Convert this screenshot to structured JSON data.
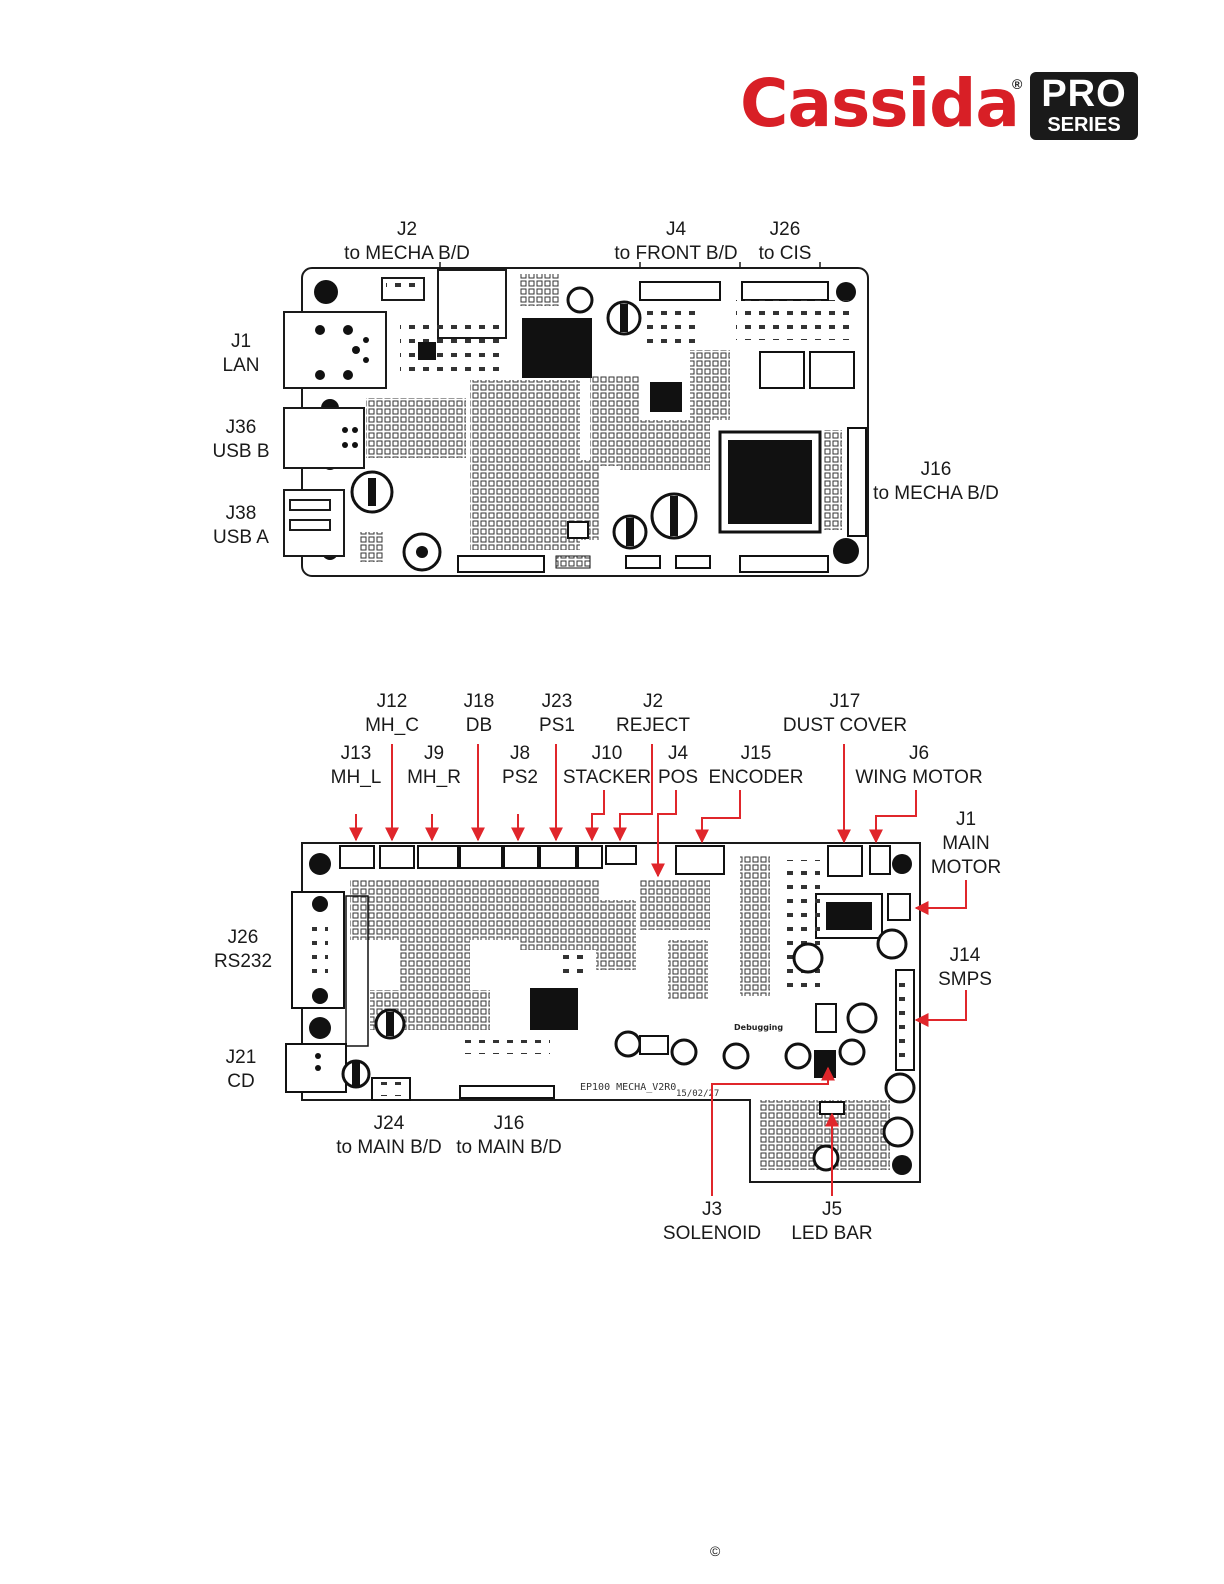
{
  "logo": {
    "brand": "Cassida",
    "first_letter": "C",
    "rest": "assida",
    "registered": "®",
    "badge_top": "PRO",
    "badge_bottom": "SERIES"
  },
  "main_board": {
    "connectors": [
      {
        "id": "J2",
        "desc": "to MECHA B/D"
      },
      {
        "id": "J4",
        "desc": "to FRONT B/D"
      },
      {
        "id": "J26",
        "desc": "to CIS"
      },
      {
        "id": "J1",
        "desc": "LAN"
      },
      {
        "id": "J36",
        "desc": "USB B"
      },
      {
        "id": "J38",
        "desc": "USB A"
      },
      {
        "id": "J16",
        "desc": "to MECHA B/D"
      }
    ]
  },
  "mecha_board": {
    "silkscreen": "EP100 MECHA_V2R0",
    "date": "15/02/27",
    "debug_label": "Debugging",
    "connectors": [
      {
        "id": "J12",
        "desc": "MH_C"
      },
      {
        "id": "J18",
        "desc": "DB"
      },
      {
        "id": "J23",
        "desc": "PS1"
      },
      {
        "id": "J2",
        "desc": "REJECT"
      },
      {
        "id": "J17",
        "desc": "DUST COVER"
      },
      {
        "id": "J13",
        "desc": "MH_L"
      },
      {
        "id": "J9",
        "desc": "MH_R"
      },
      {
        "id": "J8",
        "desc": "PS2"
      },
      {
        "id": "J10",
        "desc": "STACKER"
      },
      {
        "id": "J4",
        "desc": "POS"
      },
      {
        "id": "J15",
        "desc": "ENCODER"
      },
      {
        "id": "J6",
        "desc": "WING MOTOR"
      },
      {
        "id": "J1",
        "desc": "MAIN",
        "desc2": "MOTOR"
      },
      {
        "id": "J26",
        "desc": "RS232"
      },
      {
        "id": "J14",
        "desc": "SMPS"
      },
      {
        "id": "J21",
        "desc": "CD"
      },
      {
        "id": "J24",
        "desc": "to MAIN B/D"
      },
      {
        "id": "J16",
        "desc": "to MAIN B/D"
      },
      {
        "id": "J3",
        "desc": "SOLENOID"
      },
      {
        "id": "J5",
        "desc": "LED BAR"
      }
    ]
  },
  "footer": {
    "copyright": "©"
  },
  "colors": {
    "brand_red": "#d81f26",
    "arrow_red": "#e0262b",
    "ink": "#1a1a1a"
  }
}
